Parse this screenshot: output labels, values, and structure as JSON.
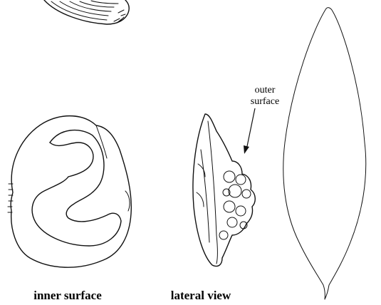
{
  "labels": {
    "inner_surface": "inner surface",
    "lateral_view": "lateral view",
    "outer_surface_line1": "outer",
    "outer_surface_line2": "surface"
  }
}
